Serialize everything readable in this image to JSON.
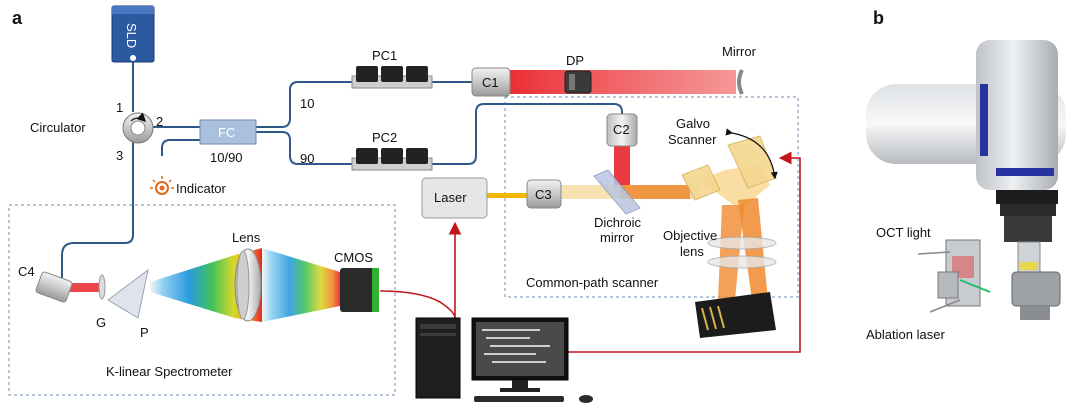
{
  "panels": {
    "a": "a",
    "b": "b"
  },
  "components": {
    "sld": "SLD",
    "circulator": "Circulator",
    "port1": "1",
    "port2": "2",
    "port3": "3",
    "fc": "FC",
    "fc_ratio": "10/90",
    "fc_out_10": "10",
    "fc_out_90": "90",
    "indicator": "Indicator",
    "pc1": "PC1",
    "pc2": "PC2",
    "c1": "C1",
    "c2": "C2",
    "c3": "C3",
    "c4": "C4",
    "dp": "DP",
    "mirror": "Mirror",
    "galvo_line1": "Galvo",
    "galvo_line2": "Scanner",
    "laser": "Laser",
    "dichroic_line1": "Dichroic",
    "dichroic_line2": "mirror",
    "objective_line1": "Objective",
    "objective_line2": "lens",
    "common_path": "Common-path scanner",
    "lens": "Lens",
    "cmos": "CMOS",
    "grating": "G",
    "prism": "P",
    "spectrometer": "K-linear  Spectrometer"
  },
  "photo_labels": {
    "oct_light": "OCT light",
    "ablation_laser": "Ablation laser"
  },
  "colors": {
    "fiber": "#2e5a8a",
    "beam_red": "#e8242a",
    "beam_orange": "#f08a30",
    "beam_yellow": "#f5b800",
    "electrical": "#c0161c",
    "dashed_box": "#6d8fb8",
    "component_gray": "#d6d6d6",
    "sld_blue": "#2c5aa0"
  }
}
